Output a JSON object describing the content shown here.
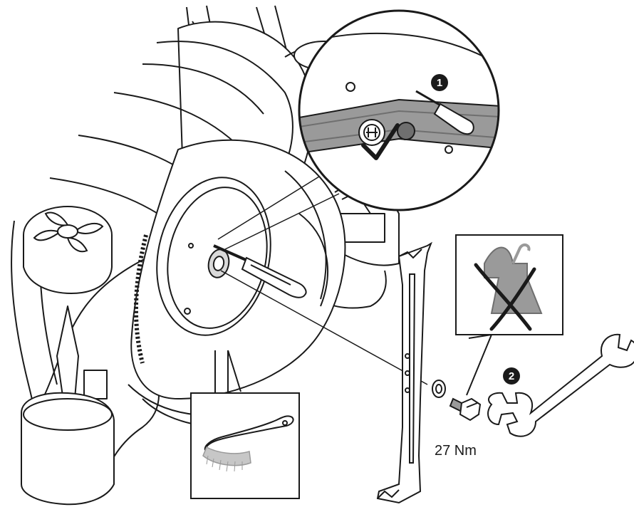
{
  "steps": [
    {
      "number": "1",
      "icon": "screwdriver-icon"
    },
    {
      "number": "2",
      "icon": "wrench-icon"
    }
  ],
  "torque": {
    "label": "27 Nm"
  },
  "callouts": {
    "blade_lock": {
      "icon": "check-mark-icon",
      "status": "correct"
    },
    "bolt_lubrication": {
      "icon": "oil-can-crossed-icon",
      "status": "not-allowed"
    },
    "cleaning": {
      "icon": "brush-icon"
    }
  },
  "colors": {
    "line": "#1a1a1a",
    "fill": "#ffffff",
    "shade": "#9a9a9a",
    "dark_shade": "#6f6f6f"
  }
}
